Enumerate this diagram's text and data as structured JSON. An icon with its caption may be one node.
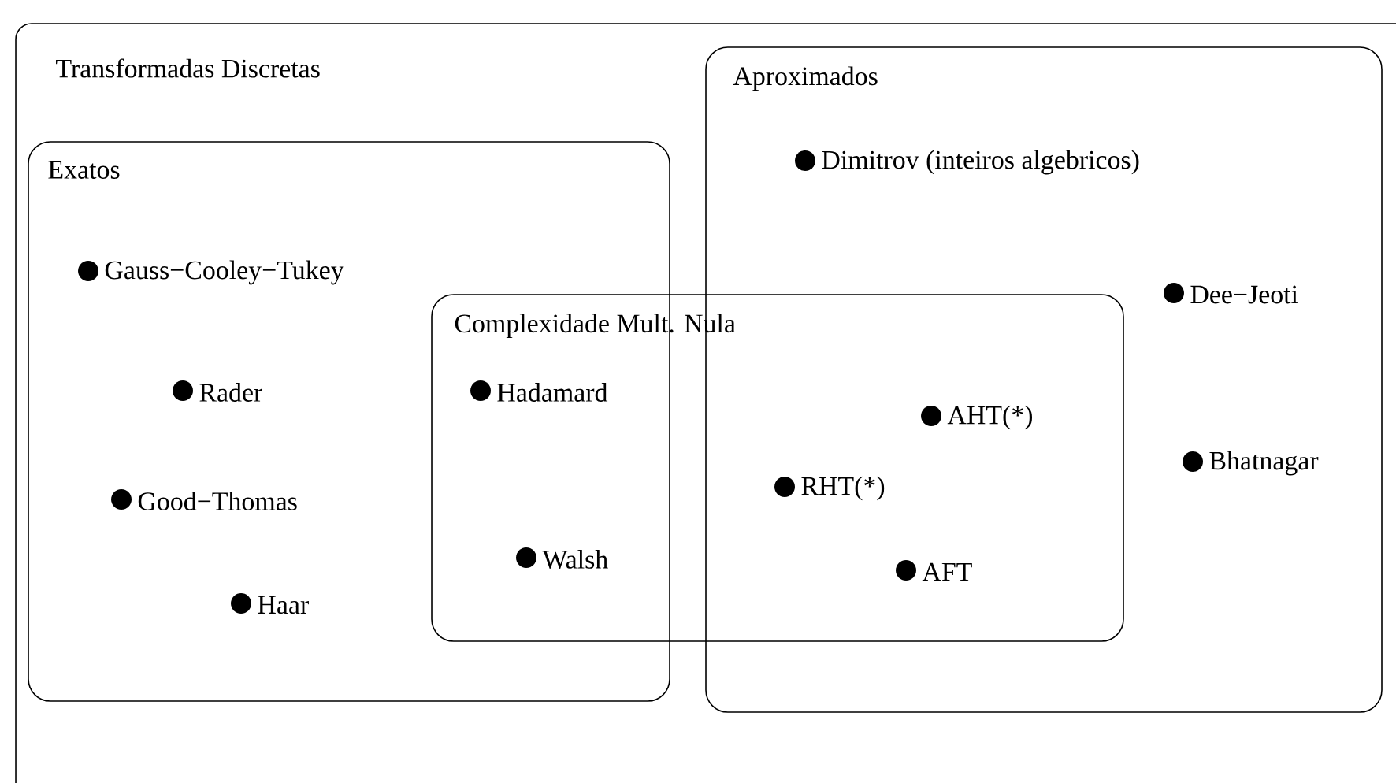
{
  "diagram": {
    "nodes": [
      {
        "text": [
          "Transformadas Discretas"
        ]
      },
      {
        "text": [
          "Aproximados"
        ],
        "in": 0
      },
      {
        "text": [
          "Exatos"
        ],
        "in": 0
      },
      {
        "text": [
          "Complexidade Mult. Nula"
        ],
        "in": 0
      }
    ],
    "labels": [
      "Dimitrov (inteiros algebricos)",
      "Gauss−Cooley−Tukey",
      "Dee−Jeoti",
      "Rader",
      "Hadamard",
      "AHT(*)",
      "Bhatnagar",
      "Good−Thomas",
      "RHT(*)",
      "Walsh",
      "AFT",
      "Haar"
    ]
  }
}
